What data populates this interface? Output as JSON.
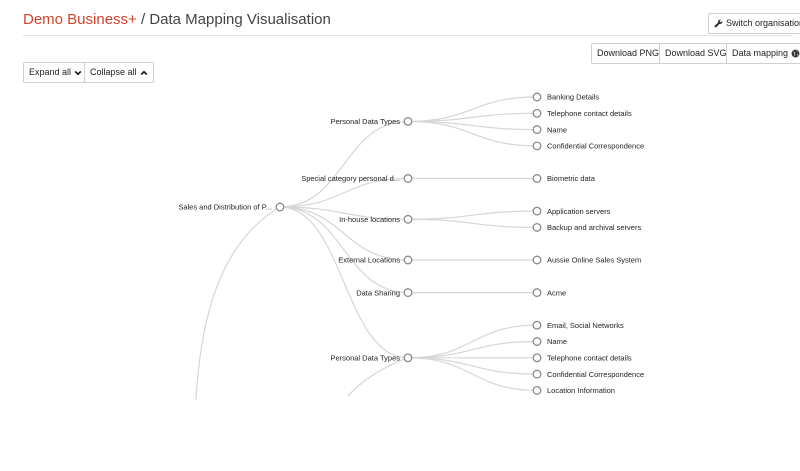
{
  "header": {
    "brand": "Demo Business+",
    "separator": "/",
    "title": "Data Mapping Visualisation"
  },
  "toolbar": {
    "switch_org": "Switch organisation",
    "download_png": "Download PNG",
    "download_svg": "Download SVG",
    "data_mapping": "Data mapping",
    "expand_all": "Expand all",
    "collapse_all": "Collapse all"
  },
  "icons": {
    "switch_org": "wrench-icon",
    "data_mapping": "globe-icon",
    "expand_all": "chevron-down-icon",
    "collapse_all": "chevron-up-icon"
  },
  "colors": {
    "brand": "#d0442c",
    "link": "#d6d6d6",
    "node_stroke": "#8a8a8a"
  },
  "tree": {
    "root": {
      "label": "Sales and Distribution of P..."
    },
    "groups": [
      {
        "label": "Personal Data Types",
        "children": [
          "Banking Details",
          "Telephone contact details",
          "Name",
          "Confidential Correspondence"
        ]
      },
      {
        "label": "Special category personal d...",
        "children": [
          "Biometric data"
        ]
      },
      {
        "label": "In-house locations",
        "children": [
          "Application servers",
          "Backup and archival servers"
        ]
      },
      {
        "label": "External Locations",
        "children": [
          "Aussie Online Sales System"
        ]
      },
      {
        "label": "Data Sharing",
        "children": [
          "Acme"
        ]
      },
      {
        "label": "Personal Data Types",
        "children": [
          "Email, Social Networks",
          "Name",
          "Telephone contact details",
          "Confidential Correspondence",
          "Location Information"
        ]
      }
    ]
  }
}
